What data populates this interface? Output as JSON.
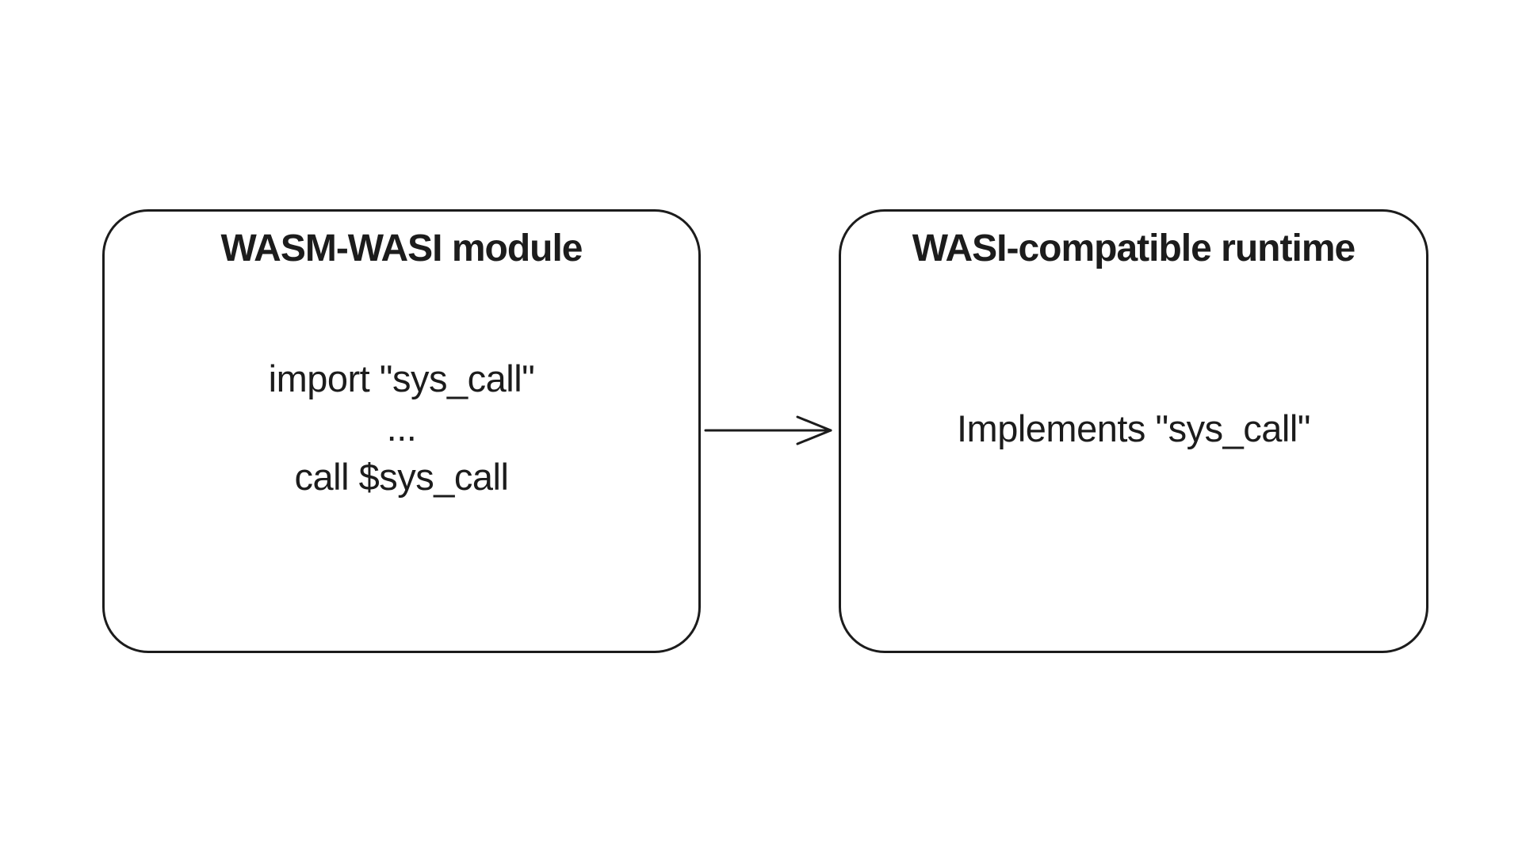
{
  "diagram": {
    "left_box": {
      "title": "WASM-WASI module",
      "lines": [
        "import \"sys_call\"",
        "...",
        "call $sys_call"
      ]
    },
    "right_box": {
      "title": "WASI-compatible runtime",
      "lines": [
        "Implements \"sys_call\""
      ]
    },
    "connector": {
      "from": "left_box",
      "to": "right_box",
      "direction": "right",
      "style": "open-arrowhead"
    },
    "colors": {
      "stroke": "#1c1c1c",
      "background": "#ffffff"
    }
  }
}
